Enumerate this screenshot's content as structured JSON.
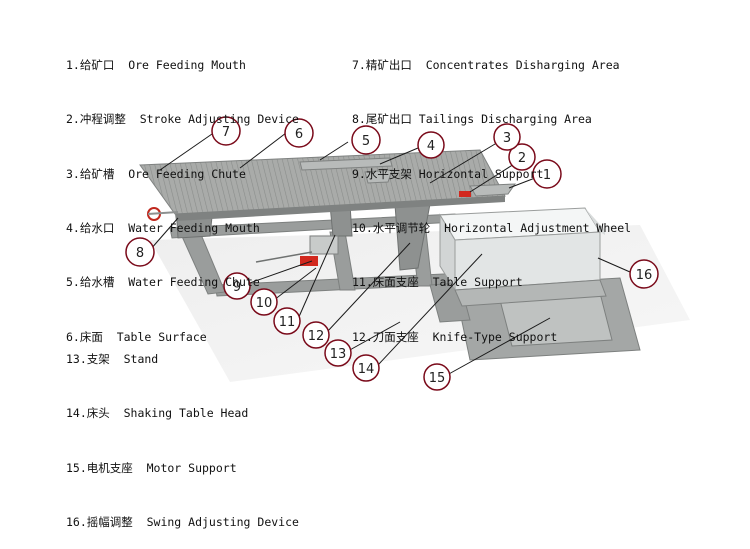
{
  "legend_top_left": [
    "1.给矿口  Ore Feeding Mouth",
    "2.冲程调整  Stroke Adjusting Device",
    "3.给矿槽  Ore Feeding Chute",
    "4.给水口  Water Feeding Mouth",
    "5.给水槽  Water Feeding Chute",
    "6.床面  Table Surface"
  ],
  "legend_top_right": [
    "7.精矿出口  Concentrates Disharging Area",
    "8.尾矿出口 Tailings Discharging Area",
    "9.水平支架 Horizontal Support",
    "10.水平调节轮  Horizontal Adjustment Wheel",
    "11.床面支座  Table Support",
    "12.刀面支座  Knife-Type Support"
  ],
  "legend_bottom_left": [
    "13.支架  Stand",
    "14.床头  Shaking Table Head",
    "15.电机支座  Motor Support",
    "16.摇幅调整  Swing Adjusting Device"
  ],
  "callouts": [
    "1",
    "2",
    "3",
    "4",
    "5",
    "6",
    "7",
    "8",
    "9",
    "10",
    "11",
    "12",
    "13",
    "14",
    "15",
    "16"
  ],
  "colors": {
    "callout_stroke": "#7a0a1a",
    "table_top": "#a9aba9",
    "frame": "#8e9190",
    "head_box": "#e9ecec",
    "accent_red": "#d2281e"
  }
}
